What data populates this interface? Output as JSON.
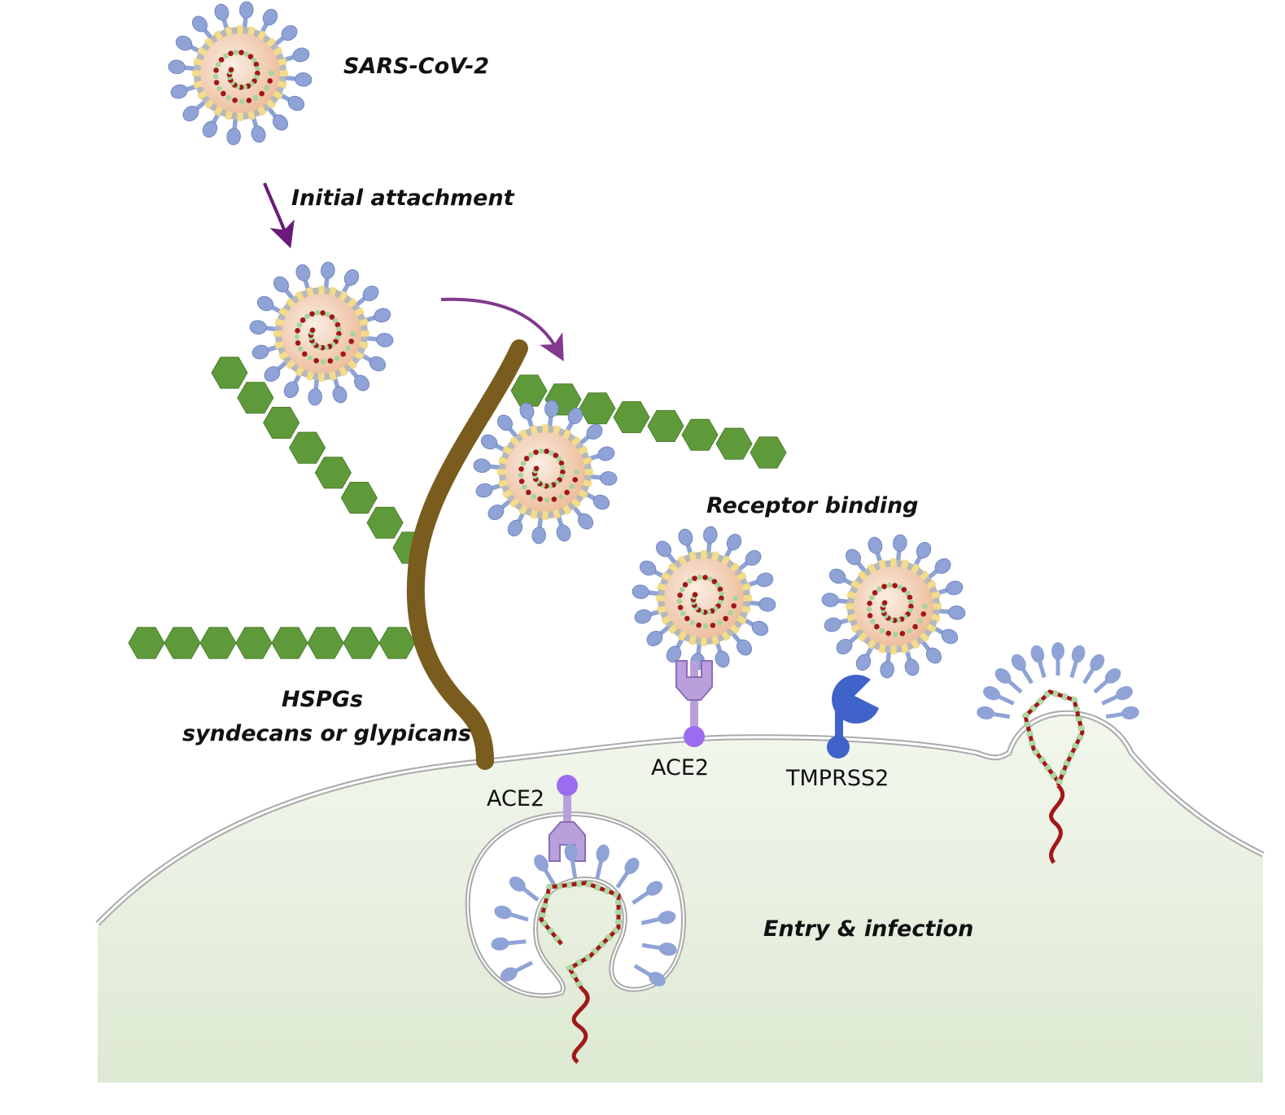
{
  "labels": {
    "virus": "SARS-CoV-2",
    "attachment": "Initial attachment",
    "receptor_binding": "Receptor binding",
    "hspgs_line1": "HSPGs",
    "hspgs_line2": "syndecans or glypicans",
    "ace2_surface": "ACE2",
    "ace2_endosome": "ACE2",
    "tmprss2": "TMPRSS2",
    "entry": "Entry & infection"
  },
  "colors": {
    "spike": "#8fa3d6",
    "core": "#f0c8aa",
    "membrane_yellow": "#f3dc8a",
    "membrane_grey": "#b8b8bc",
    "rna_green": "#a8d49a",
    "rna_red": "#a01818",
    "hexagon": "#5e9a3a",
    "hspg_core": "#7a5c1e",
    "arrow": "#6a1a7a",
    "ace2": "#b9a0dc",
    "ace2_anchor": "#9b6cf0",
    "tmprss2": "#3f63c8",
    "cell": "#e8f0e0"
  }
}
